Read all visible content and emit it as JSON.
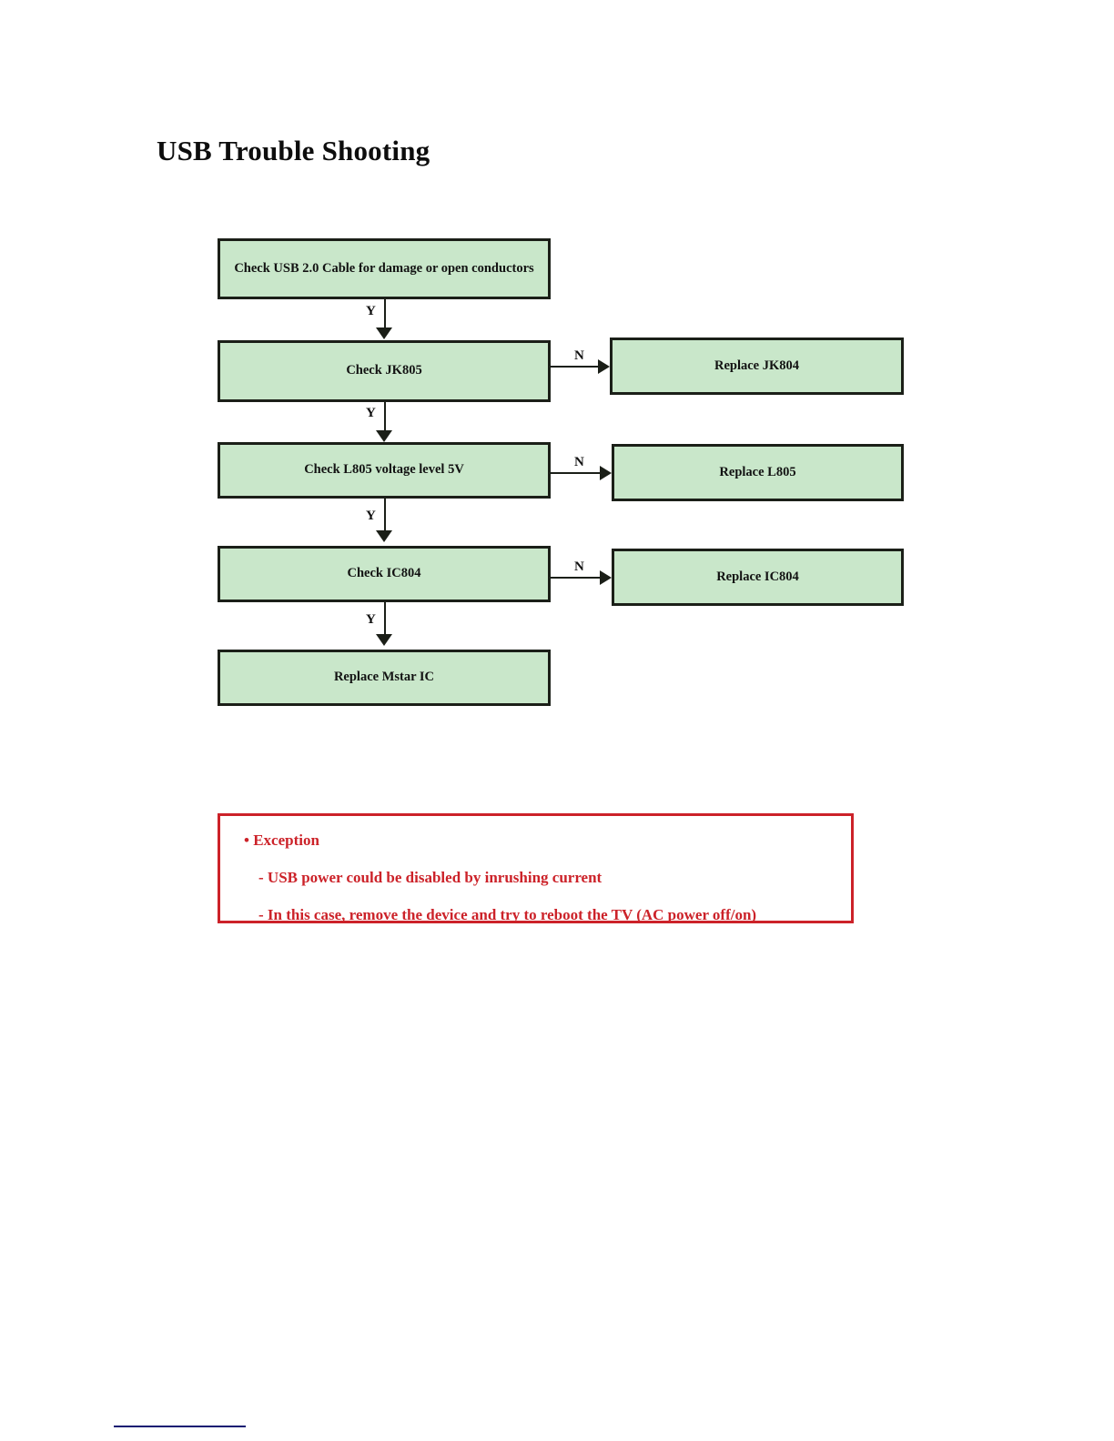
{
  "document": {
    "title": "USB Trouble Shooting"
  },
  "flowchart": {
    "type": "flowchart",
    "colors": {
      "box_fill": "#c9e7ca",
      "box_border": "#1b1f18",
      "connector": "#1b1f18",
      "exception_red": "#cc2229",
      "footer_rule": "#111a72"
    },
    "decision_labels": {
      "yes": "Y",
      "no": "N"
    },
    "main_path": [
      {
        "id": "check-cable",
        "label": "Check USB 2.0 Cable for damage or open conductors"
      },
      {
        "id": "check-jk805",
        "label": "Check JK805"
      },
      {
        "id": "check-l805",
        "label": "Check L805 voltage level 5V"
      },
      {
        "id": "check-ic804",
        "label": "Check IC804"
      },
      {
        "id": "replace-mstar",
        "label": "Replace Mstar IC"
      }
    ],
    "branch_path": [
      {
        "id": "replace-jk804",
        "label": "Replace JK804",
        "from": "check-jk805",
        "on": "N"
      },
      {
        "id": "replace-l805",
        "label": "Replace L805",
        "from": "check-l805",
        "on": "N"
      },
      {
        "id": "replace-ic804",
        "label": "Replace IC804",
        "from": "check-ic804",
        "on": "N"
      }
    ],
    "yes_connectors": [
      "Y",
      "Y",
      "Y",
      "Y"
    ],
    "no_connectors": [
      "N",
      "N",
      "N"
    ]
  },
  "exception": {
    "title": "• Exception",
    "items": [
      "- USB power could be disabled by inrushing current",
      "- In this case, remove the device and try to reboot the TV (AC power off/on)"
    ]
  }
}
